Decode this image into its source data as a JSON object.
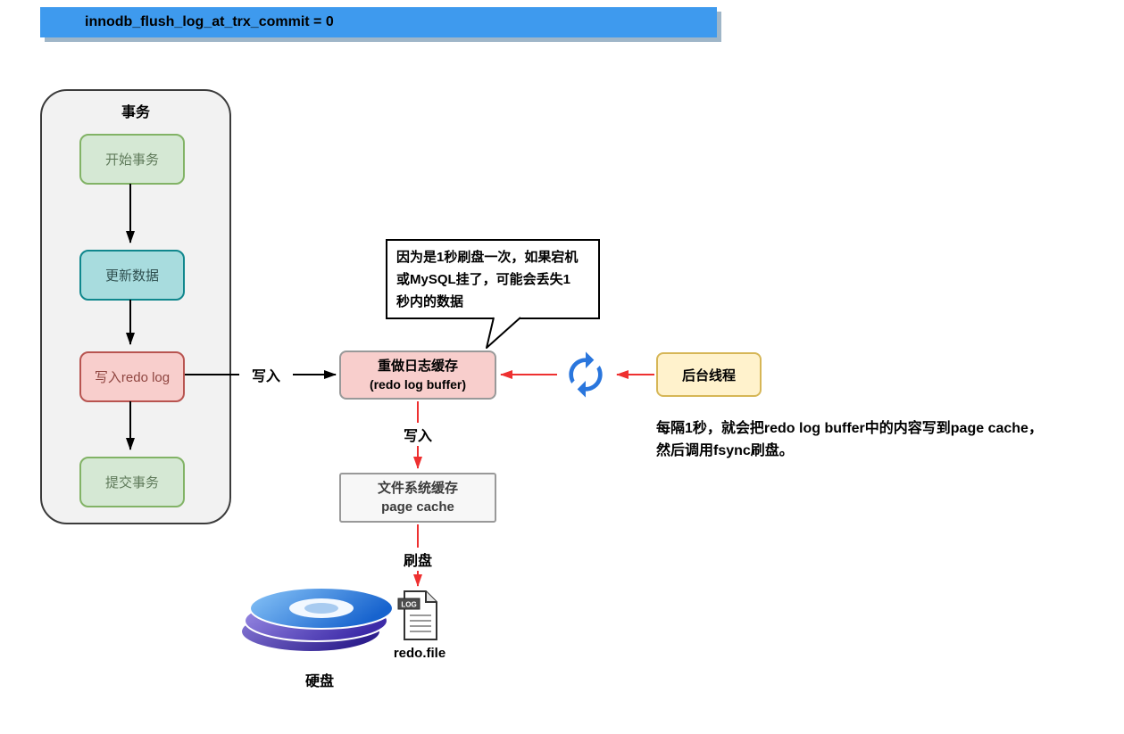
{
  "banner": {
    "text": "innodb_flush_log_at_trx_commit = 0"
  },
  "transaction": {
    "title": "事务",
    "steps": [
      {
        "label": "开始事务"
      },
      {
        "label": "更新数据"
      },
      {
        "label": "写入redo log"
      },
      {
        "label": "提交事务"
      }
    ]
  },
  "callout": {
    "text": "因为是1秒刷盘一次，如果宕机\n或MySQL挂了，可能会丢失1\n秒内的数据"
  },
  "redo_buffer": {
    "line1": "重做日志缓存",
    "line2": "(redo log buffer)"
  },
  "background_thread": {
    "label": "后台线程"
  },
  "note": {
    "text": "每隔1秒，就会把redo log buffer中的内容写到page cache，\n然后调用fsync刷盘。"
  },
  "page_cache": {
    "line1": "文件系统缓存",
    "line2": "page cache"
  },
  "edge_labels": {
    "write_to_buffer": "写入",
    "write_to_cache": "写入",
    "flush": "刷盘"
  },
  "disk": {
    "label": "硬盘"
  },
  "file": {
    "badge": "LOG",
    "label": "redo.file"
  },
  "icons": {
    "sync": "sync-refresh-icon",
    "disk": "hard-disk-icon",
    "file": "log-file-icon"
  },
  "colors": {
    "banner-fill": "#3E9AEE",
    "banner-shadow": "#9FB6C8",
    "container-fill": "#F2F2F2",
    "container-border": "#3B3B3B",
    "green-fill": "#D5E8D4",
    "green-border": "#82B366",
    "green-text": "#5F7A5A",
    "teal-fill": "#A8DCDE",
    "teal-border": "#10878D",
    "teal-text": "#2F4F4F",
    "pink-fill": "#F8CECC",
    "pink-border": "#B85450",
    "pink-text": "#8F4540",
    "buffer-border": "#999999",
    "yellow-fill": "#FFF2CC",
    "yellow-border": "#D6B656",
    "gray-fill": "#F7F7F7",
    "gray-border": "#999999",
    "arrow-red": "#EE3030",
    "arrow-black": "#000000",
    "sync-blue": "#2A76DD"
  }
}
